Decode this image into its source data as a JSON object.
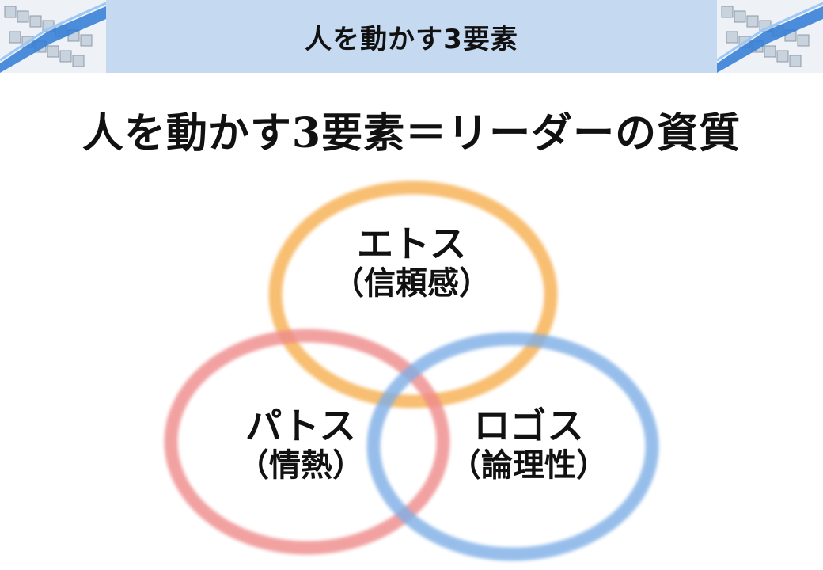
{
  "header": {
    "title": "人を動かす3要素"
  },
  "main": {
    "title": "人を動かす3要素＝リーダーの資質"
  },
  "venn": {
    "circles": [
      {
        "id": "ethos",
        "name": "エトス",
        "sub": "（信頼感）",
        "color": "#f7b45a"
      },
      {
        "id": "pathos",
        "name": "パトス",
        "sub": "（情熱）",
        "color": "#ef8a8a"
      },
      {
        "id": "logos",
        "name": "ロゴス",
        "sub": "（論理性）",
        "color": "#7eaee6"
      }
    ]
  },
  "decor": {
    "icons": [
      "cube-stairs-image",
      "cube-stairs-image"
    ]
  }
}
